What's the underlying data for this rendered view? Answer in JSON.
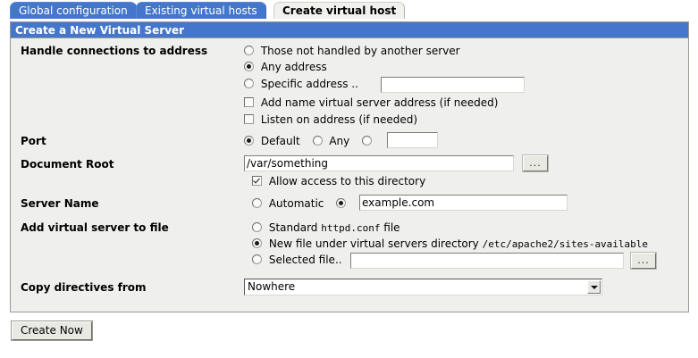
{
  "tabs": [
    {
      "label": "Global configuration",
      "active": false
    },
    {
      "label": "Existing virtual hosts",
      "active": false
    },
    {
      "label": "Create virtual host",
      "active": true
    }
  ],
  "panel": {
    "title": "Create a New Virtual Server"
  },
  "form": {
    "handle_address": {
      "label": "Handle connections to address",
      "option_those_not_handled": "Those not handled by another server",
      "option_any_address": "Any address",
      "option_specific_address": "Specific address ..",
      "specific_address_value": "",
      "checkbox_add_name_virtual": "Add name virtual server address (if needed)",
      "checkbox_listen_on_address": "Listen on address (if needed)"
    },
    "port": {
      "label": "Port",
      "option_default": "Default",
      "option_any": "Any",
      "custom_port_value": ""
    },
    "document_root": {
      "label": "Document Root",
      "value": "/var/something",
      "browse_button": "...",
      "checkbox_allow_access": "Allow access to this directory"
    },
    "server_name": {
      "label": "Server Name",
      "option_automatic": "Automatic",
      "value": "example.com"
    },
    "add_to_file": {
      "label": "Add virtual server to file",
      "option_standard": "Standard ",
      "option_standard_mono": "httpd.conf",
      "option_standard_tail": " file",
      "option_new_file": "New file under virtual servers directory ",
      "option_new_file_path": "/etc/apache2/sites-available",
      "option_selected_file": "Selected file..",
      "selected_file_value": "",
      "browse_button": "..."
    },
    "copy_directives": {
      "label": "Copy directives from",
      "selected": "Nowhere"
    }
  },
  "submit": {
    "label": "Create Now"
  },
  "colors": {
    "accent_blue": "#4477cc",
    "panel_bg": "#efefed",
    "border": "#9a9a92"
  }
}
